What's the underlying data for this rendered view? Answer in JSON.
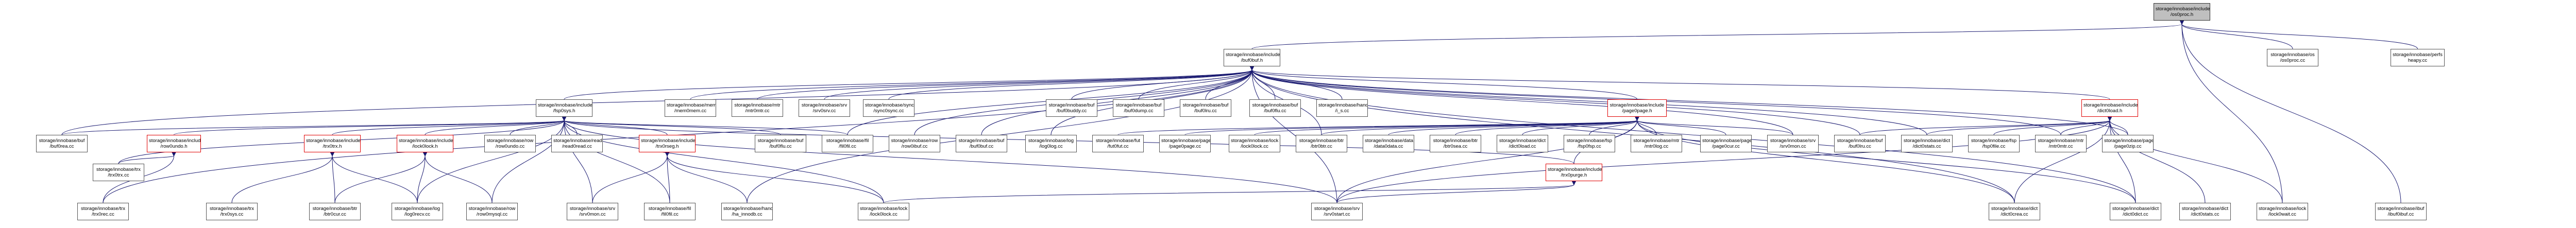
{
  "colors": {
    "edge": "#191970",
    "node_border": "#555555",
    "highlight_border": "#e00000",
    "root_fill": "#bfbfbf"
  },
  "nodes": {
    "root": {
      "l1": "storage/innobase/include",
      "l2": "/os0proc.h"
    },
    "buf0buf_h": {
      "l1": "storage/innobase/include",
      "l2": "/buf0buf.h"
    },
    "os0proc_cc": {
      "l1": "storage/innobase/os",
      "l2": "/os0proc.cc"
    },
    "heapy_cc": {
      "l1": "storage/innobase/perfs",
      "l2": "heapy.cc"
    },
    "fsp0sys_h": {
      "l1": "storage/innobase/include",
      "l2": "/fsp0sys.h"
    },
    "mem_cc": {
      "l1": "storage/innobase/mem",
      "l2": "/mem0mem.cc"
    },
    "mtr0mtr_cc": {
      "l1": "storage/innobase/mtr",
      "l2": "/mtr0mtr.cc"
    },
    "sys0sys_cc": {
      "l1": "storage/innobase/srv",
      "l2": "/srv0srv.cc"
    },
    "row0sync_cc": {
      "l1": "storage/innobase/sync",
      "l2": "/sync0sync.cc"
    },
    "buf0buddy_cc": {
      "l1": "storage/innobase/buf",
      "l2": "/buf0buddy.cc"
    },
    "buf0dump_cc": {
      "l1": "storage/innobase/buf",
      "l2": "/buf0dump.cc"
    },
    "buf0lru_cc": {
      "l1": "storage/innobase/buf",
      "l2": "/buf0lru.cc"
    },
    "handler_cc": {
      "l1": "storage/innobase/handler",
      "l2": "/i_s.cc"
    },
    "pageinfo_h": {
      "l1": "storage/innobase/include",
      "l2": "/page0page.h"
    },
    "dict0load_h": {
      "l1": "storage/innobase/include",
      "l2": "/dict0load.h"
    },
    "buf0rea_cc": {
      "l1": "storage/innobase/buf",
      "l2": "/buf0rea.cc"
    },
    "row0undo_h": {
      "l1": "storage/innobase/include",
      "l2": "/row0undo.h"
    },
    "trx0trx_h": {
      "l1": "storage/innobase/include",
      "l2": "/trx0trx.h"
    },
    "lock0lock_h": {
      "l1": "storage/innobase/include",
      "l2": "/lock0lock.h"
    },
    "row0row_cc": {
      "l1": "storage/innobase/row",
      "l2": "/row0undo.cc"
    },
    "read0read_cc": {
      "l1": "storage/innobase/read",
      "l2": "/read0read.cc"
    },
    "trx0rseg_h": {
      "l1": "storage/innobase/include",
      "l2": "/trx0rseg.h"
    },
    "buf0flu_cc": {
      "l1": "storage/innobase/buf",
      "l2": "/buf0flu.cc"
    },
    "fil0fil_cc": {
      "l1": "storage/innobase/fil",
      "l2": "/fil0fil.cc"
    },
    "row0ibuf_cc": {
      "l1": "storage/innobase/row",
      "l2": "/row0ibuf.cc"
    },
    "buf0buf_cc": {
      "l1": "storage/innobase/buf",
      "l2": "/buf0buf.cc"
    },
    "log0log_cc": {
      "l1": "storage/innobase/log",
      "l2": "/log0log.cc"
    },
    "fut0fut_cc": {
      "l1": "storage/innobase/fut",
      "l2": "/fut0fut.cc"
    },
    "page0page_cc": {
      "l1": "storage/innobase/page",
      "l2": "/page0page.cc"
    },
    "lock0lock_cc": {
      "l1": "storage/innobase/lock",
      "l2": "/lock0lock.cc"
    },
    "btr0btr_cc": {
      "l1": "storage/innobase/btr",
      "l2": "/btr0btr.cc"
    },
    "data0data_cc": {
      "l1": "storage/innobase/data",
      "l2": "/data0data.cc"
    },
    "btr0sea_cc": {
      "l1": "storage/innobase/btr",
      "l2": "/btr0sea.cc"
    },
    "dict0dict_cc": {
      "l1": "storage/innobase/dict",
      "l2": "/dict0load.cc"
    },
    "fsp0fsp_cc": {
      "l1": "storage/innobase/fsp",
      "l2": "/fsp0fsp.cc"
    },
    "mtr0log_cc": {
      "l1": "storage/innobase/mtr",
      "l2": "/mtr0log.cc"
    },
    "page0cur_cc": {
      "l1": "storage/innobase/page",
      "l2": "/page0cur.cc"
    },
    "srv0mon_cc": {
      "l1": "storage/innobase/srv",
      "l2": "/srv0mon.cc"
    },
    "buf0lru2_cc": {
      "l1": "storage/innobase/buf",
      "l2": "/buf0lru.cc"
    },
    "trx0trx_cc": {
      "l1": "storage/innobase/trx",
      "l2": "/trx0trx.cc"
    },
    "trx0rec_cc": {
      "l1": "storage/innobase/trx",
      "l2": "/trx0rec.cc"
    },
    "trx0sys_cc": {
      "l1": "storage/innobase/trx",
      "l2": "/trx0sys.cc"
    },
    "btr0cur_cc": {
      "l1": "storage/innobase/btr",
      "l2": "/btr0cur.cc"
    },
    "ha_innodb_cc": {
      "l1": "storage/innobase/handler",
      "l2": "/ha_innodb.cc"
    },
    "lock0lock2_cc": {
      "l1": "storage/innobase/lock",
      "l2": "/lock0lock.cc"
    },
    "srv0start_cc": {
      "l1": "storage/innobase/srv",
      "l2": "/srv0start.cc"
    },
    "dict0crea_cc": {
      "l1": "storage/innobase/dict",
      "l2": "/dict0crea.cc"
    },
    "dict0dict2_cc": {
      "l1": "storage/innobase/dict",
      "l2": "/dict0dict.cc"
    },
    "srv0mon2_cc": {
      "l1": "storage/innobase/srv",
      "l2": "/srv0mon.cc"
    },
    "row0mysql_cc": {
      "l1": "storage/innobase/row",
      "l2": "/row0mysql.cc"
    },
    "fil0fil2_cc": {
      "l1": "storage/innobase/fil",
      "l2": "/fil0fil.cc"
    },
    "ibuf_cc": {
      "l1": "storage/innobase/ibuf",
      "l2": "/ibuf0ibuf.cc"
    },
    "mtr0mtr2_cc": {
      "l1": "storage/innobase/mtr",
      "l2": "/mtr0mtr.cc"
    },
    "buf0flu2_cc": {
      "l1": "storage/innobase/buf",
      "l2": "/buf0flu.cc"
    },
    "trx0purge_h": {
      "l1": "storage/innobase/include",
      "l2": "/trx0purge.h"
    },
    "log0recv_cc": {
      "l1": "storage/innobase/log",
      "l2": "/log0recv.cc"
    },
    "page0zip_cc": {
      "l1": "storage/innobase/page",
      "l2": "/page0zip.cc"
    },
    "fsp0file_cc": {
      "l1": "storage/innobase/fsp",
      "l2": "/fsp0file.cc"
    },
    "dict0stats_cc": {
      "l1": "storage/innobase/dict",
      "l2": "/dict0stats.cc"
    },
    "lock0wait_cc": {
      "l1": "storage/innobase/lock",
      "l2": "/lock0wait.cc"
    }
  }
}
